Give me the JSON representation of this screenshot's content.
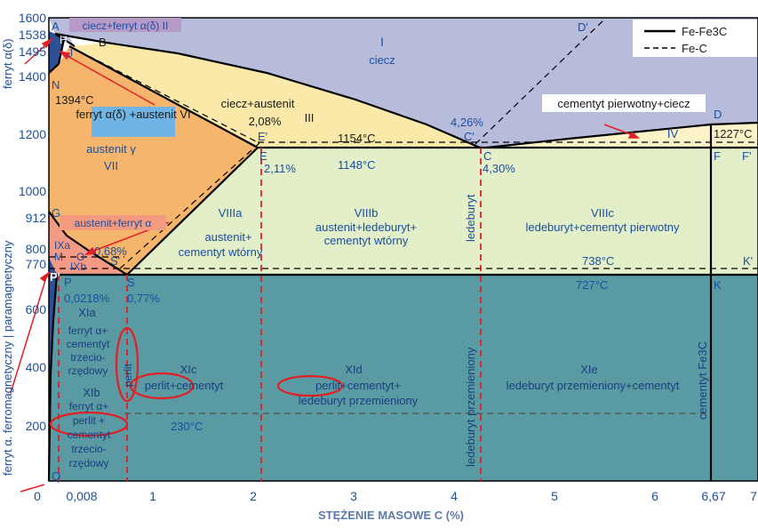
{
  "axis": {
    "y_ticks": [
      "1600",
      "1538",
      "1495",
      "1400",
      "1200",
      "1000",
      "912",
      "800",
      "770",
      "600",
      "400",
      "200"
    ],
    "x_ticks": [
      "0",
      "0,008",
      "1",
      "2",
      "3",
      "4",
      "5",
      "6",
      "6,67",
      "7"
    ],
    "x_title": "STĘŻENIE MASOWE C (%)",
    "y_title_upper": "ferryt α(δ)",
    "y_title_middle": "ferryt α. ferromagnetyczny | paramagnetyczny"
  },
  "legend": {
    "solid": "Fe-Fe3C",
    "dashed": "Fe-C"
  },
  "regions": {
    "r1": "I",
    "r1_text": "ciecz",
    "r2": "ciecz+ferryt α(δ) II",
    "r3": "ciecz+austenit",
    "r3_pct": "2,08%",
    "r3_num": "III",
    "r4_text": "cementyt pierwotny+ciecz",
    "r4": "IV",
    "r6": "ferryt α(δ) +austenit VI",
    "r7_text": "austenit γ",
    "r7": "VII",
    "r8": "austenit+ferryt α",
    "r8a": "VIIIa",
    "r8a_text1": "austenit+",
    "r8a_text2": "cementyt wtórny",
    "r8b": "VIIIb",
    "r8b_text1": "austenit+ledeburyt+",
    "r8b_text2": "cementyt wtórny",
    "r8c": "VIIIc",
    "r8c_text": "ledeburyt+cementyt pierwotny",
    "r9a": "IXa",
    "r9b": "IXb",
    "r11a": "XIa",
    "r11a_t1": "ferryt α+",
    "r11a_t2": "cementyt",
    "r11a_t3": "trzecio-",
    "r11a_t4": "rzędowy",
    "r11b": "XIb",
    "r11b_t1": "ferryt α+",
    "r11b_t2": "perlit +",
    "r11b_t3": "cementyt",
    "r11b_t4": "trzecio-",
    "r11b_t5": "rzędowy",
    "r11c": "XIc",
    "r11c_text": "perlit+cementyt",
    "r11d": "XId",
    "r11d_t1": "perlit+cementyt+",
    "r11d_t2": "ledeburyt przemieniony",
    "r11e": "XIe",
    "r11e_text": "ledeburyt przemieniony+cementyt"
  },
  "labels": {
    "perlit": "perlit",
    "ledeburyt": "ledeburyt",
    "ledeburyt_przem": "ledeburyt przemieniony",
    "cementyt": "cementyt Fe3C",
    "t1394": "1394°C",
    "t1154": "1154°C",
    "t1148": "1148°C",
    "t1227": "1227°C",
    "t738": "738°C",
    "t727": "727°C",
    "t230": "230°C",
    "p211": "2,11%",
    "p426": "4,26%",
    "p430": "4,30%",
    "p068": "0,68%",
    "p00218": "0,0218%",
    "p077": "0,77%"
  },
  "points": {
    "A": "A",
    "H": "H",
    "J": "J",
    "B": "B",
    "N": "N",
    "G": "G",
    "M": "M",
    "O": "O",
    "E": "E",
    "E'": "E'",
    "C": "C",
    "C'": "C'",
    "D": "D",
    "D'": "D'",
    "F": "F",
    "F'": "F'",
    "K": "K",
    "K'": "K'",
    "P": "P",
    "P'": "P'",
    "S": "S",
    "S'": "S'",
    "Q": "Q"
  },
  "colors": {
    "liquid": "#b8bcdb",
    "liquid_austenite": "#fbe9a9",
    "austenite": "#f6b56c",
    "austenite_ferrite": "#f29a86",
    "secondary": "#e2efc8",
    "low": "#5a9aa2",
    "ferrite": "#2e4e96",
    "red": "#e31e24",
    "highlight_purple": "#b89ac8",
    "highlight_blue": "#6fb4e4",
    "label_blue": "#1a4fa0"
  }
}
